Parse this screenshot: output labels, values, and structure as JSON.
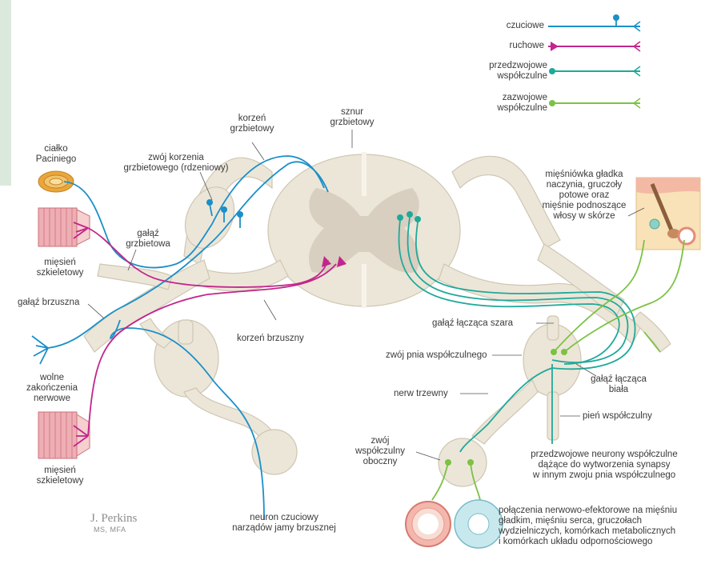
{
  "legend": {
    "items": [
      {
        "label": "czuciowe",
        "color": "#1b8fc9"
      },
      {
        "label": "ruchowe",
        "color": "#c2268b"
      },
      {
        "label": "przedzwojowe\nwspółczulne",
        "color": "#1fa99a"
      },
      {
        "label": "zazwojowe\nwspółczulne",
        "color": "#7cc243"
      }
    ]
  },
  "labels": {
    "korzen_grzbietowy": "korzeń\ngrzbietowy",
    "sznur_grzbietowy": "sznur\ngrzbietowy",
    "cialko_paciniego": "ciałko\nPaciniego",
    "zwoj_korzenia": "zwój korzenia\ngrzbietowego (rdzeniowy)",
    "galaz_grzbietowa": "gałąź\ngrzbietowa",
    "miesien_1": "mięsień\nszkieletowy",
    "galaz_brzuszna": "gałąź brzuszna",
    "korzen_brzuszny": "korzeń brzuszny",
    "wolne_zakonczenia": "wolne\nzakończenia\nnerwowe",
    "miesien_2": "mięsień\nszkieletowy",
    "miesniowka": "mięśniówka gładka\nnaczynia, gruczoły\npotowe oraz\nmięśnie podnoszące\nwłosy w skórze",
    "galaz_laczaca_szara": "gałąź łącząca szara",
    "zwoj_pnia": "zwój pnia współczulnego",
    "galaz_laczaca_biala": "gałąź łącząca\nbiała",
    "nerw_trzewny": "nerw trzewny",
    "pien_wspolczulny": "pień współczulny",
    "zwoj_oboczny": "zwój\nwspółczulny\noboczny",
    "przedzwojowe_neurony": "przedzwojowe neurony współczulne\ndążące do wytworzenia synapsy\nw innym zwoju pnia współczulnego",
    "neuron_czuciowy": "neuron czuciowy\nnarządów jamy brzusznej",
    "polaczenia": "połączenia nerwowo-efektorowe na mięśniu\ngładkim, mięśniu serca, gruczołach\nwydzielniczych, komórkach metabolicznych\ni komórkach układu odpornościowego"
  },
  "signature": {
    "name": "J. Perkins",
    "credentials": "MS, MFA"
  }
}
